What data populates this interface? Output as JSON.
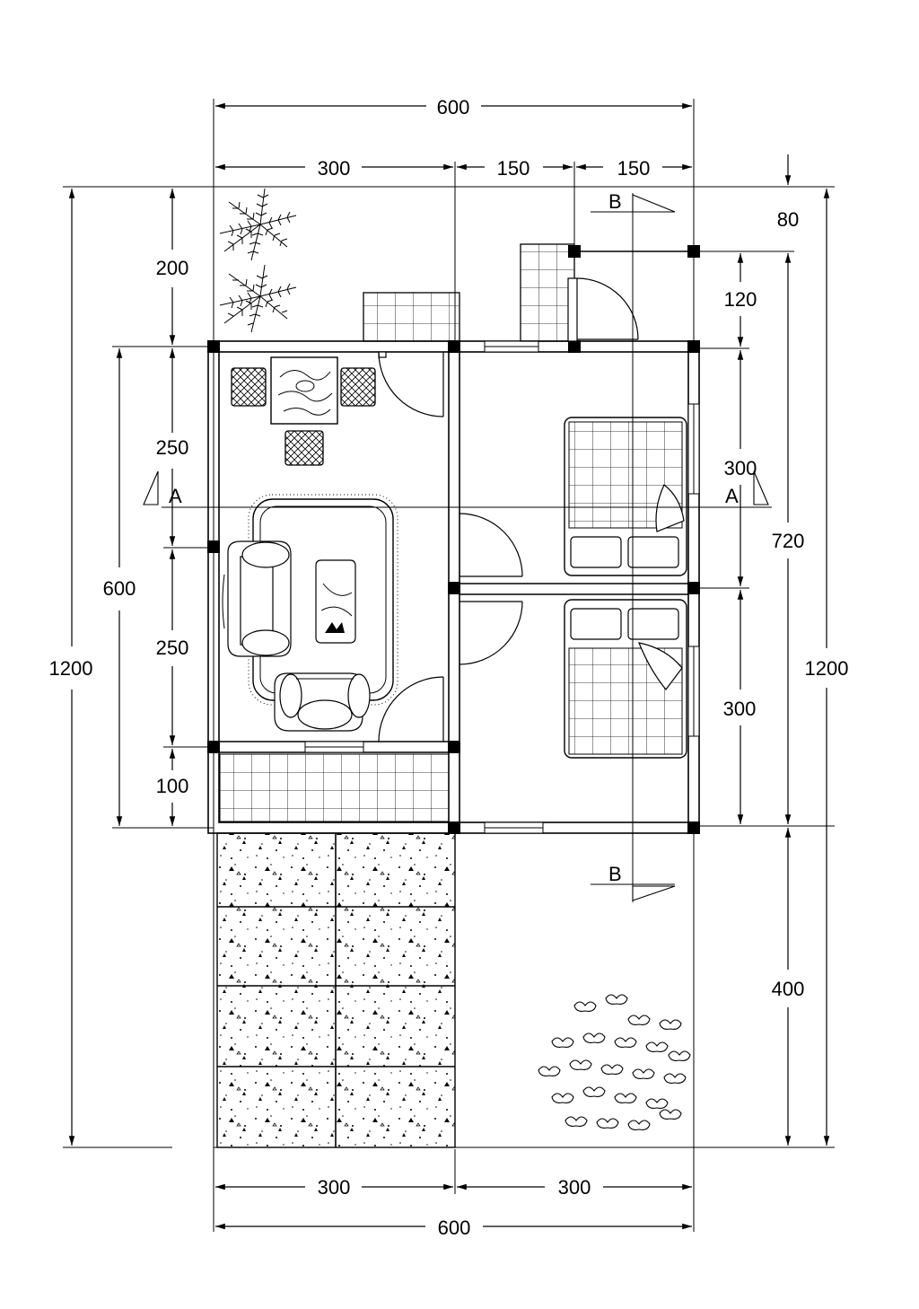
{
  "dimensions": {
    "top_total": "600",
    "top_left": "300",
    "top_mid": "150",
    "top_right": "150",
    "bottom_left": "300",
    "bottom_right": "300",
    "bottom_total": "600",
    "left_total": "1200",
    "left_inner": "600",
    "left_garden": "200",
    "left_upper": "250",
    "left_lower": "250",
    "left_terrace": "100",
    "right_80": "80",
    "right_120": "120",
    "right_room1": "300",
    "right_room2": "300",
    "right_720": "720",
    "right_total": "1200",
    "right_400": "400"
  },
  "sections": {
    "a_left": "A",
    "a_right": "A",
    "b_top": "B",
    "b_bottom": "B"
  }
}
